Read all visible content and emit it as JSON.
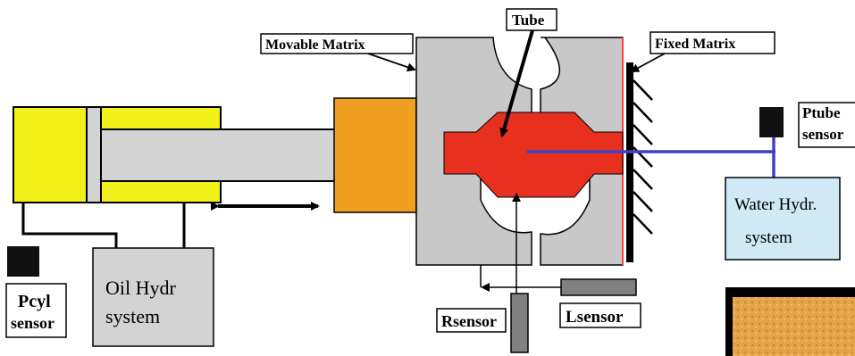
{
  "labels": {
    "movable_matrix": "Movable Matrix",
    "tube": "Tube",
    "fixed_matrix": "Fixed Matrix",
    "ptube_line1": "Ptube",
    "ptube_line2": "sensor",
    "water_hydr_line1": "Water Hydr.",
    "water_hydr_line2": "system",
    "oil_hydr_line1": "Oil Hydr",
    "oil_hydr_line2": "system",
    "pcyl_line1": "Pcyl",
    "pcyl_line2": "sensor",
    "rsensor": "Rsensor",
    "lsensor": "Lsensor"
  },
  "colors": {
    "cylinder": "#f2f21a",
    "rod": "#d3d3d3",
    "actuator_block": "#f0a020",
    "matrix": "#c8c8c8",
    "tube": "#e8301f",
    "water_line": "#4040c0",
    "water_box": "#cfe9f5",
    "oil_box": "#d3d3d3",
    "sensor": "#111111",
    "fixed_edge": "#ff4040"
  }
}
